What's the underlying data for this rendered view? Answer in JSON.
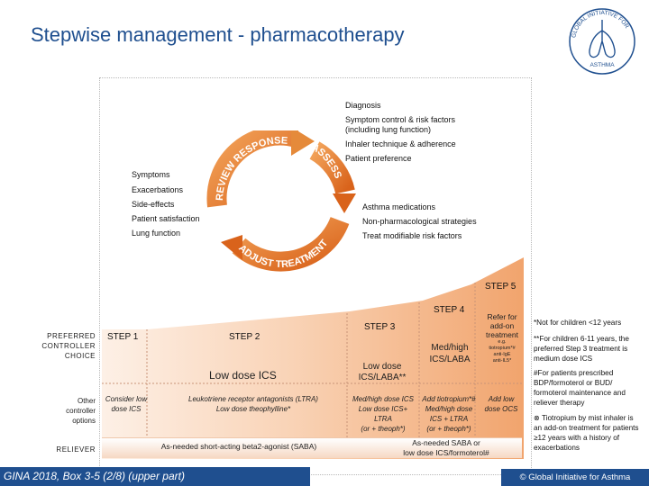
{
  "title": "Stepwise management - pharmacotherapy",
  "logo": {
    "arc_text": "GLOBAL INITIATIVE FOR",
    "caption": "ASTHMA"
  },
  "cycle": {
    "assess_items": [
      "Diagnosis",
      "Symptom control & risk factors\n(including lung function)",
      "Inhaler technique & adherence",
      "Patient preference"
    ],
    "review_items": [
      "Symptoms",
      "Exacerbations",
      "Side-effects",
      "Patient satisfaction",
      "Lung function"
    ],
    "adjust_items": [
      "Asthma medications",
      "Non-pharmacological strategies",
      "Treat modifiable risk factors"
    ],
    "arrow_labels": {
      "review": "REVIEW RESPONSE",
      "assess": "ASSESS",
      "adjust": "ADJUST TREATMENT"
    }
  },
  "steps": {
    "row_labels": {
      "preferred": "PREFERRED\nCONTROLLER\nCHOICE",
      "other": "Other\ncontroller\noptions",
      "reliever": "RELIEVER"
    },
    "step1": {
      "label": "STEP 1",
      "other": "Consider low\ndose ICS"
    },
    "step2": {
      "label": "STEP 2",
      "preferred": "Low dose ICS",
      "other": "Leukotriene receptor antagonists (LTRA)\nLow dose theophylline*"
    },
    "step3": {
      "label": "STEP 3",
      "preferred": "Low dose\nICS/LABA**",
      "other": "Med/high dose ICS\nLow dose ICS+\nLTRA\n(or + theoph*)"
    },
    "step4": {
      "label": "STEP 4",
      "preferred": "Med/high\nICS/LABA",
      "other": "Add tiotropium*#\nMed/high dose\nICS + LTRA\n(or + theoph*)"
    },
    "step5": {
      "label": "STEP 5",
      "preferred": "Refer for\nadd-on\ntreatment",
      "preferred_small": "e.g.\ntiotropium*#\nanti-IgE\nanti-IL5*",
      "other": "Add low\ndose OCS"
    },
    "reliever": {
      "left": "As-needed short-acting beta2-agonist (SABA)",
      "right": "As-needed SABA or\nlow dose ICS/formoterol#"
    }
  },
  "notes": [
    "*Not for children <12 years",
    "**For children 6-11 years, the preferred Step 3 treatment is medium dose ICS",
    "#For patients prescribed BDP/formoterol or BUD/ formoterol maintenance and reliever therapy",
    "⊗ Tiotropium by mist inhaler is an add-on treatment for patients ≥12 years with a history of exacerbations"
  ],
  "footer": {
    "left": "GINA 2018, Box 3-5 (2/8) (upper part)",
    "right": "© Global Initiative for Asthma"
  },
  "colors": {
    "brand_blue": "#1f4f8f",
    "step_light": "#fbe5d6",
    "step_dark": "#f4b183",
    "arrow": "#e2721d"
  }
}
